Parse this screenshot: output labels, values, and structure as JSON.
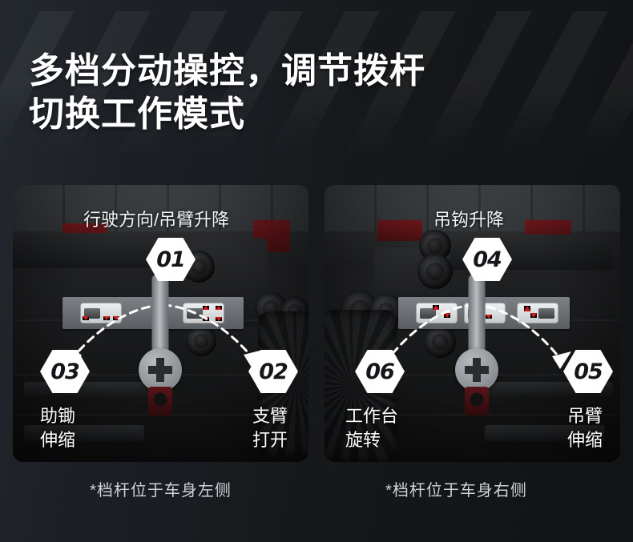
{
  "header": {
    "title_line1": "多档分动操控，调节拨杆",
    "title_line2": "切换工作模式",
    "stripe_color": "#ffffff"
  },
  "panels": [
    {
      "id": "left",
      "panel_title": "行驶方向/吊臂升降",
      "caption": "*档杆位于车身左侧",
      "badges": [
        {
          "number": "01",
          "position": "top-center"
        },
        {
          "number": "03",
          "position": "bottom-left"
        },
        {
          "number": "02",
          "position": "bottom-right"
        }
      ],
      "labels": {
        "left_line1": "助锄",
        "left_line2": "伸缩",
        "right_line1": "支臂",
        "right_line2": "打开"
      }
    },
    {
      "id": "right",
      "panel_title": "吊钩升降",
      "caption": "*档杆位于车身右侧",
      "badges": [
        {
          "number": "04",
          "position": "top-center"
        },
        {
          "number": "06",
          "position": "bottom-left"
        },
        {
          "number": "05",
          "position": "bottom-right"
        }
      ],
      "labels": {
        "left_line1": "工作台",
        "left_line2": "旋转",
        "right_line1": "吊臂",
        "right_line2": "伸缩"
      }
    }
  ],
  "colors": {
    "background_start": "#24292f",
    "background_end": "#121315",
    "title_text": "#ffffff",
    "caption_text": "#cfd2d6",
    "badge_fill": "#ffffff",
    "badge_text": "#15161a",
    "accent_red": "#b11a1f",
    "rail_gray": "#6a6d71"
  }
}
